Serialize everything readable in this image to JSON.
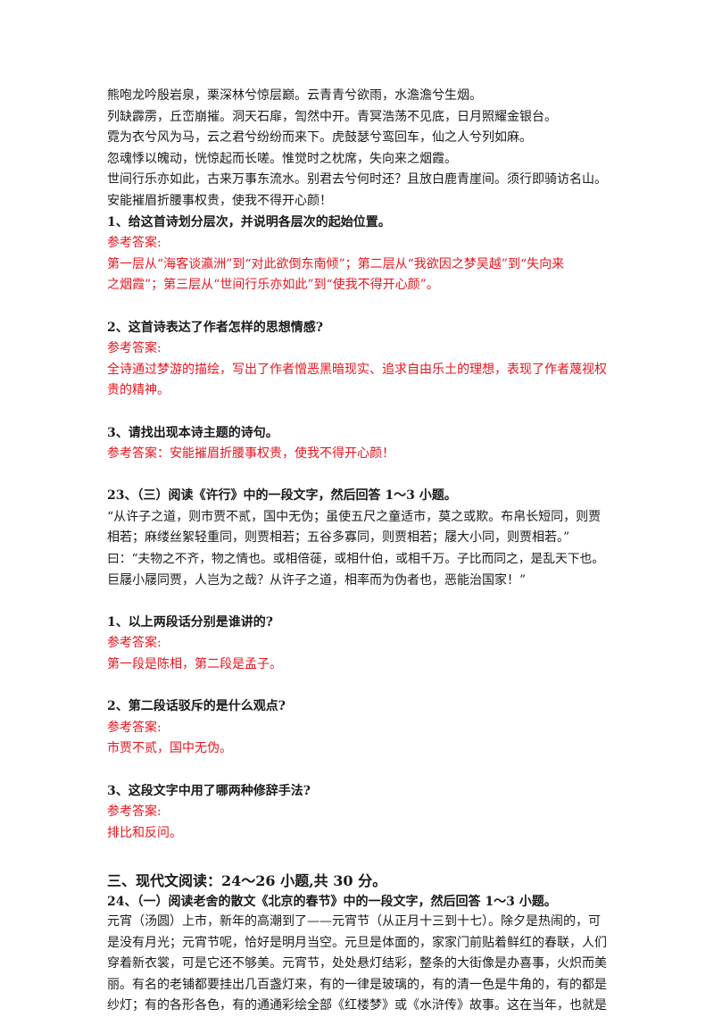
{
  "poem_lines": [
    "熊咆龙吟殷岩泉，栗深林兮惊层巅。云青青兮欲雨，水澹澹兮生烟。",
    "列缺霹雳，丘峦崩摧。洞天石扉，訇然中开。青冥浩荡不见底，日月照耀金银台。",
    "霓为衣兮风为马，云之君兮纷纷而来下。虎鼓瑟兮鸾回车，仙之人兮列如麻。",
    "忽魂悸以魄动，恍惊起而长嗟。惟觉时之枕席，失向来之烟霞。",
    "世间行乐亦如此，古来万事东流水。别君去兮何时还？且放白鹿青崖间。须行即骑访名山。",
    "安能摧眉折腰事权贵，使我不得开心颜！"
  ],
  "q1": {
    "question": "1、给这首诗划分层次，并说明各层次的起始位置。",
    "label": "参考答案:",
    "answer_line1": "第一层从“海客谈瀛洲”到“对此欲倒东南倾”；第二层从“我欲因之梦吴越”到“失向来",
    "answer_line2": "之烟霞”；第三层从“世间行乐亦如此”到“使我不得开心颜”。"
  },
  "q2": {
    "question": "2、这首诗表达了作者怎样的思想情感?",
    "label": "参考答案:",
    "answer_line1": "全诗通过梦游的描绘，写出了作者憎恶黑暗现实、追求自由乐土的理想，表现了作者蔑视权",
    "answer_line2": "贵的精神。"
  },
  "q3": {
    "question": "3、请找出现本诗主题的诗句。",
    "label": "参考答案：",
    "answer": "安能摧眉折腰事权贵，使我不得开心颜！"
  },
  "q23": {
    "title": "23、（三）阅读《许行》中的一段文字，然后回答 1～3 小题。",
    "passage": [
      "“从许子之道，则市贾不贰，国中无伪；虽使五尺之童适市，莫之或欺。布帛长短同，则贾",
      "相若；麻缕丝絮轻重同，则贾相若；五谷多寡同，则贾相若；屦大小同，则贾相若。”",
      "曰：“夫物之不齐，物之情也。或相倍蓰，或相什伯，或相千万。子比而同之，是乱天下也。",
      "巨屦小屦同贾，人岂为之哉？从许子之道，相率而为伪者也，恶能治国家！”"
    ],
    "sub1": {
      "question": "1、以上两段话分别是谁讲的?",
      "label": "参考答案:",
      "answer": "第一段是陈相，第二段是孟子。"
    },
    "sub2": {
      "question": "2、第二段话驳斥的是什么观点?",
      "label": "参考答案:",
      "answer": "市贾不贰，国中无伪。"
    },
    "sub3": {
      "question": "3、这段文字中用了哪两种修辞手法?",
      "label": "参考答案:",
      "answer": "排比和反问。"
    }
  },
  "section3": {
    "heading": "三、现代文阅读：24～26 小题,共 30 分。",
    "q24_title": "24、（一）阅读老舍的散文《北京的春节》中的一段文字，然后回答 1～3 小题。",
    "passage": [
      "元宵（汤圆）上市，新年的高潮到了——元宵节（从正月十三到十七）。除夕是热闹的，可",
      "是没有月光；元宵节呢，恰好是明月当空。元旦是体面的，家家门前贴着鲜红的春联，人们",
      "穿着新衣裳，可是它还不够美。元宵节，处处悬灯结彩，整条的大街像是办喜事，火炽而美",
      "丽。有名的老铺都要挂出几百盏灯来，有的一律是玻璃的，有的清一色是牛角的，有的都是",
      "纱灯；有的各形各色，有的通通彩绘全部《红楼梦》或《水浒传》故事。这在当年，也就是"
    ]
  }
}
